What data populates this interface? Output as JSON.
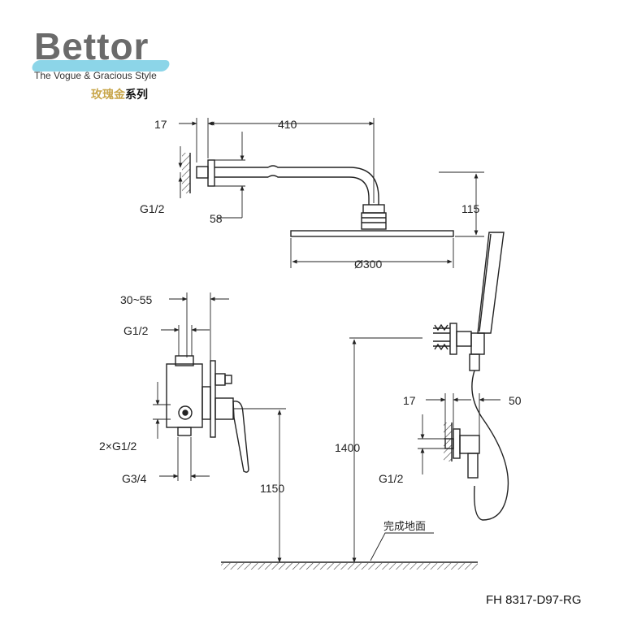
{
  "brand": {
    "name": "Bettor",
    "tagline": "The Vogue & Gracious Style",
    "series_accent": "玫瑰金",
    "series_suffix": "系列",
    "accent_color": "#c8a64a",
    "swash_color": "#7fd0e6"
  },
  "dimensions": {
    "flange_depth": "17",
    "arm_length": "410",
    "arm_thread": "G1/2",
    "flange_diameter": "58",
    "arm_drop": "115",
    "head_diameter": "Ø300",
    "wall_depth": "30~55",
    "valve_inlet": "G1/2",
    "valve_outlets": "2×G1/2",
    "valve_main": "G3/4",
    "valve_height": "1150",
    "handshower_height": "1400",
    "elbow_depth": "17",
    "elbow_length": "50",
    "elbow_thread": "G1/2"
  },
  "floor_label": "完成地面",
  "model_number": "FH 8317-D97-RG"
}
